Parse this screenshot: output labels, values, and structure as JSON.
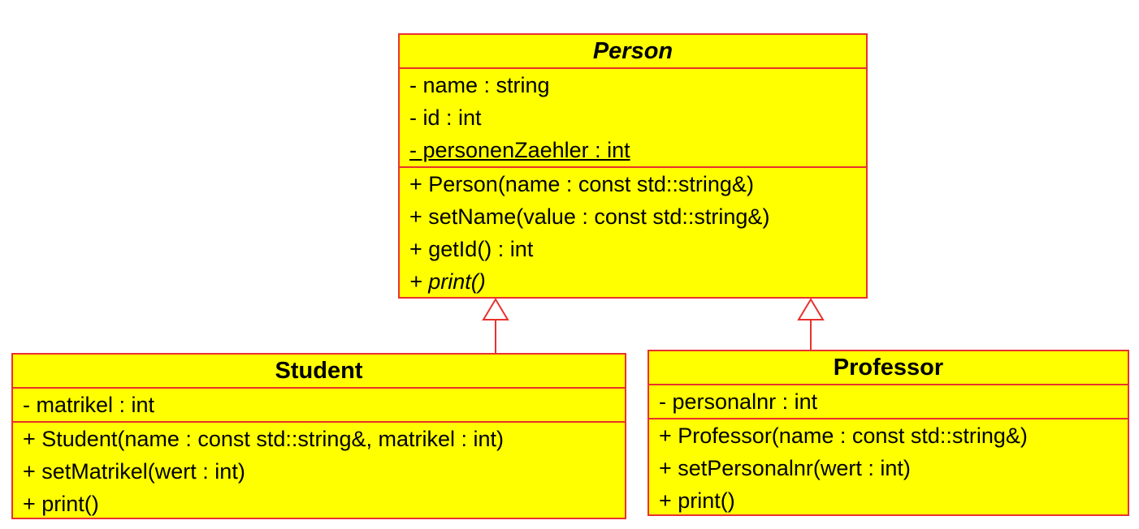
{
  "colors": {
    "fill": "#ffff00",
    "border": "#e8322e",
    "text": "#000000"
  },
  "classes": {
    "person": {
      "name": "Person",
      "abstract": true,
      "attributes": [
        {
          "text": "- name : string",
          "static": false
        },
        {
          "text": "- id : int",
          "static": false
        },
        {
          "text": "- personenZaehler : int",
          "static": true
        }
      ],
      "operations": [
        {
          "text": "+ Person(name : const std::string&)",
          "abstract": false
        },
        {
          "text": "+ setName(value : const std::string&)",
          "abstract": false
        },
        {
          "text": "+ getId() : int",
          "abstract": false
        },
        {
          "text": "+ print()",
          "abstract": true
        }
      ]
    },
    "student": {
      "name": "Student",
      "attributes": [
        {
          "text": "- matrikel : int"
        }
      ],
      "operations": [
        {
          "text": "+ Student(name : const std::string&, matrikel : int)"
        },
        {
          "text": "+ setMatrikel(wert : int)"
        },
        {
          "text": "+ print()"
        }
      ]
    },
    "professor": {
      "name": "Professor",
      "attributes": [
        {
          "text": "- personalnr : int"
        }
      ],
      "operations": [
        {
          "text": "+ Professor(name : const std::string&)"
        },
        {
          "text": "+ setPersonalnr(wert : int)"
        },
        {
          "text": "+ print()"
        }
      ]
    }
  },
  "relations": [
    {
      "type": "generalization",
      "from": "Student",
      "to": "Person"
    },
    {
      "type": "generalization",
      "from": "Professor",
      "to": "Person"
    }
  ]
}
